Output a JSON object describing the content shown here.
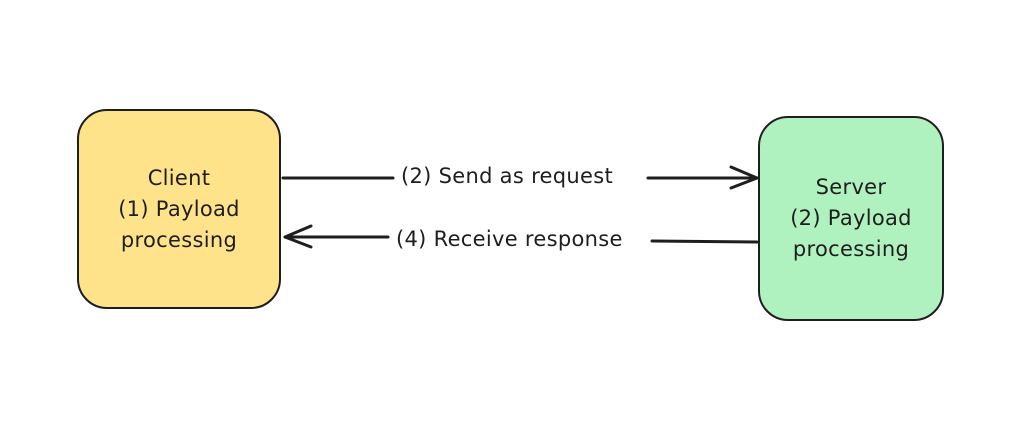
{
  "diagram": {
    "nodes": [
      {
        "id": "client",
        "lines": [
          "Client",
          "(1) Payload",
          "processing"
        ],
        "fill": "#ffe38a"
      },
      {
        "id": "server",
        "lines": [
          "Server",
          "(2) Payload",
          "processing"
        ],
        "fill": "#b0f2bf"
      }
    ],
    "edges": [
      {
        "id": "request",
        "from": "client",
        "to": "server",
        "label": "(2) Send as request"
      },
      {
        "id": "response",
        "from": "server",
        "to": "client",
        "label": "(4) Receive response"
      }
    ],
    "colors": {
      "stroke": "#1e1e1e",
      "background": "#ffffff"
    }
  }
}
